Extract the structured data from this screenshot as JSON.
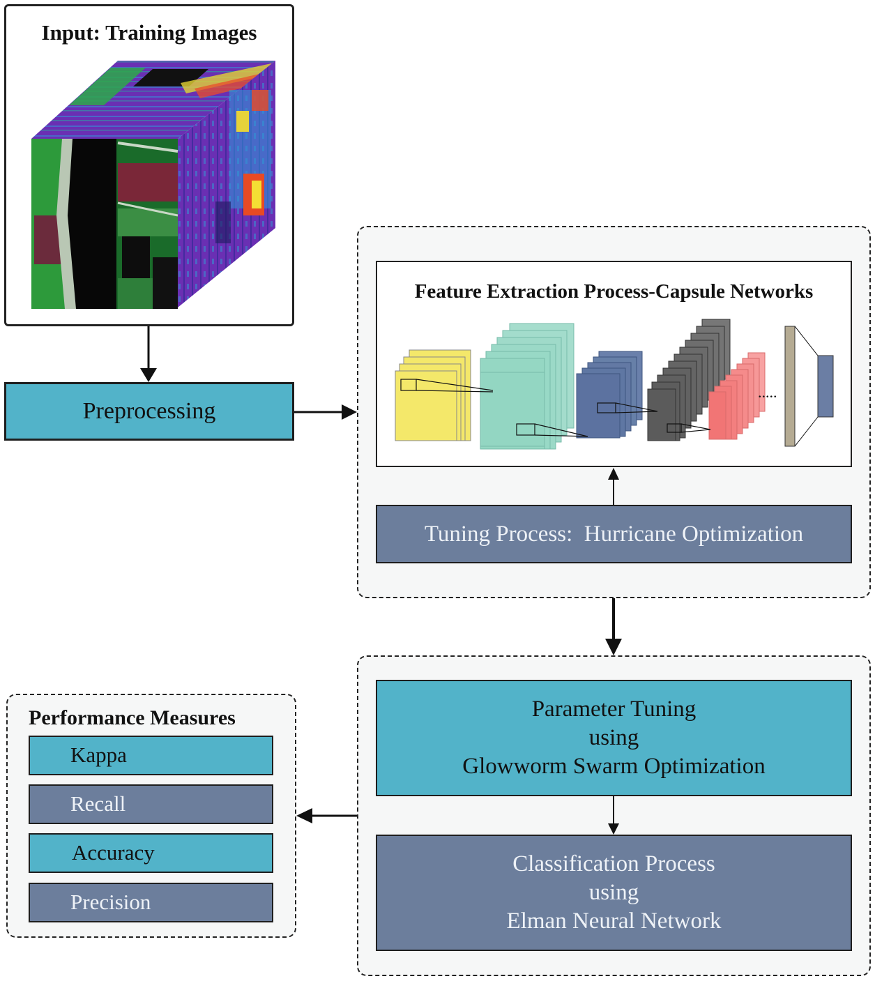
{
  "input": {
    "title": "Input: Training Images"
  },
  "preprocessing": {
    "label": "Preprocessing"
  },
  "feature_extraction": {
    "title": "Feature Extraction Process-Capsule Networks",
    "dots": "....."
  },
  "tuning": {
    "label": "Tuning Process:  Hurricane Optimization"
  },
  "parameter_tuning": {
    "line1": "Parameter Tuning",
    "line2": "using",
    "line3": "Glowworm Swarm Optimization"
  },
  "classification": {
    "line1": "Classification Process",
    "line2": "using",
    "line3": "Elman Neural Network"
  },
  "performance": {
    "title": "Performance Measures",
    "items": [
      {
        "label": "Kappa",
        "style": "teal"
      },
      {
        "label": "Recall",
        "style": "slate"
      },
      {
        "label": "Accuracy",
        "style": "teal"
      },
      {
        "label": "Precision",
        "style": "slate"
      }
    ]
  },
  "colors": {
    "teal": "#52b3c9",
    "slate": "#6c7e9c",
    "layer_yellow": "#f4e86a",
    "layer_mint": "#98d9c6",
    "layer_blue": "#5f77a3",
    "layer_gray": "#6b6b6b",
    "layer_pink": "#f58b8b",
    "layer_tan": "#b5ab93"
  }
}
